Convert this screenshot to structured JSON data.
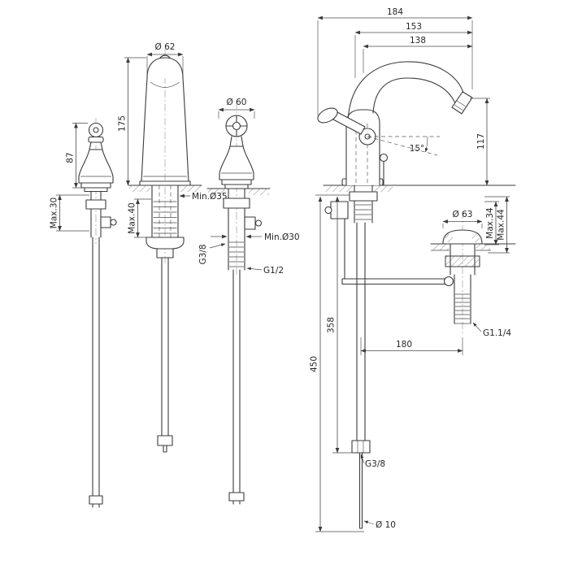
{
  "meta": {
    "background": "#ffffff",
    "line_color": "#3b3b3b",
    "text_color": "#262626"
  },
  "labels": {
    "top_width_outer": "184",
    "top_width_mid": "153",
    "top_width_inner": "138",
    "spout_diameter": "Ø 62",
    "spout_height": "175",
    "valve_height": "87",
    "valve_deck_max": "Max.30",
    "spout_hole_min": "Min.Ø35",
    "spout_deck_max": "Max.40",
    "handle_diameter": "Ø 60",
    "handle_hole_min": "Min.Ø30",
    "valve_thread": "G3/8",
    "tube_thread": "G1/2",
    "lever_angle": "15°",
    "spout_outlet_height": "117",
    "waste_flange_diameter": "Ø 63",
    "waste_deck_max_a": "Max.34",
    "waste_deck_max_b": "Max.44",
    "hose_length": "358",
    "rod_length": "450",
    "waste_offset": "180",
    "waste_thread": "G1.1/4",
    "supply_thread": "G3/8",
    "rod_diameter": "Ø 10"
  }
}
